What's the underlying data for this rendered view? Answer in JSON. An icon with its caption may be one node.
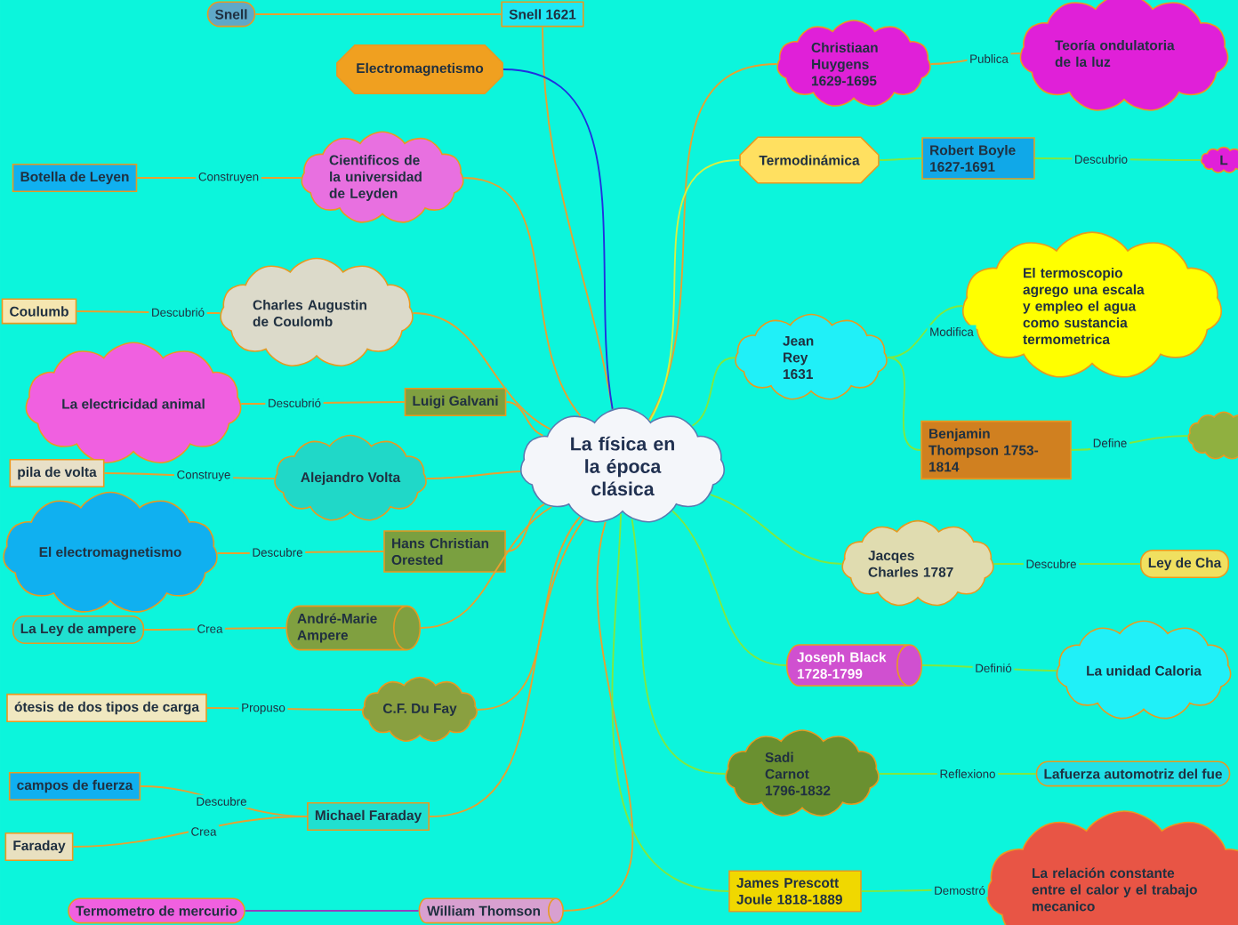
{
  "diagram": {
    "nodes": [
      {
        "text": [
          "La física en la época clásica"
        ]
      },
      {
        "text": [
          "Snell"
        ]
      },
      {
        "text": [
          "Snell 1621"
        ]
      },
      {
        "text": [
          "Electromagnetismo"
        ]
      },
      {
        "text": [
          "Cientificos de la universidad de Leyden"
        ]
      },
      {
        "text": [
          "Botella de Leyen"
        ]
      },
      {
        "text": [
          "Charles Augustin de Coulomb"
        ]
      },
      {
        "text": [
          "Coulumb"
        ]
      },
      {
        "text": [
          "Luigi Galvani"
        ]
      },
      {
        "text": [
          "La electricidad animal"
        ]
      },
      {
        "text": [
          "Alejandro Volta"
        ]
      },
      {
        "text": [
          "pila de volta"
        ]
      },
      {
        "text": [
          "Hans Christian Orested"
        ]
      },
      {
        "text": [
          "El electromagnetismo"
        ]
      },
      {
        "text": [
          "André-Marie Ampere"
        ]
      },
      {
        "text": [
          "La Ley de ampere"
        ]
      },
      {
        "text": [
          "C.F. Du Fay"
        ]
      },
      {
        "text": [
          "ótesis de dos tipos de carga"
        ]
      },
      {
        "text": [
          "Michael Faraday"
        ]
      },
      {
        "text": [
          "campos de fuerza"
        ]
      },
      {
        "text": [
          "Faraday"
        ]
      },
      {
        "text": [
          "William Thomson"
        ]
      },
      {
        "text": [
          "Termometro de mercurio"
        ]
      },
      {
        "text": [
          "Christiaan Huygens 1629-1695"
        ]
      },
      {
        "text": [
          "Teoría ondulatoria de la luz"
        ]
      },
      {
        "text": [
          "Termodinámica"
        ]
      },
      {
        "text": [
          "Robert Boyle 1627-1691"
        ]
      },
      {
        "text": [
          "L"
        ]
      },
      {
        "text": [
          "Jean Rey 1631"
        ]
      },
      {
        "text": [
          "El termoscopio agrego una escala y empleo el agua como sustancia termometrica"
        ]
      },
      {
        "text": [
          "Benjamin Thompson 1753-1814"
        ]
      },
      {
        "text": [],
        "shape": "cloud"
      },
      {
        "text": [
          "Jacqes Charles 1787"
        ]
      },
      {
        "text": [
          "Ley de Cha"
        ]
      },
      {
        "text": [
          "Joseph Black 1728-1799"
        ]
      },
      {
        "text": [
          "La unidad Caloria"
        ]
      },
      {
        "text": [
          "Sadi Carnot 1796-1832"
        ]
      },
      {
        "text": [
          "Lafuerza automotriz del fue"
        ]
      },
      {
        "text": [
          "James Prescott Joule 1818-1889"
        ]
      },
      {
        "text": [
          "La relación constante entre el calor y el trabajo mecanico"
        ]
      }
    ],
    "edges": [
      {
        "from": 0,
        "to": 2,
        "arrow": "none"
      },
      {
        "from": 2,
        "to": 1,
        "arrow": "none"
      },
      {
        "from": 0,
        "to": 3,
        "arrow": "none",
        "color": "#2030e0"
      },
      {
        "from": 0,
        "to": 4,
        "arrow": "none"
      },
      {
        "from": 4,
        "to": 5,
        "arrow": "none",
        "label": "Construyen"
      },
      {
        "from": 0,
        "to": 6,
        "arrow": "none"
      },
      {
        "from": 6,
        "to": 7,
        "arrow": "none",
        "label": "Descubrió"
      },
      {
        "from": 0,
        "to": 8,
        "arrow": "none"
      },
      {
        "from": 8,
        "to": 9,
        "arrow": "none",
        "label": "Descubrió"
      },
      {
        "from": 0,
        "to": 10,
        "arrow": "none"
      },
      {
        "from": 10,
        "to": 11,
        "arrow": "none",
        "label": "Construye"
      },
      {
        "from": 0,
        "to": 12,
        "arrow": "none"
      },
      {
        "from": 12,
        "to": 13,
        "arrow": "none",
        "label": "Descubre"
      },
      {
        "from": 0,
        "to": 14,
        "arrow": "none"
      },
      {
        "from": 14,
        "to": 15,
        "arrow": "none",
        "label": "Crea"
      },
      {
        "from": 0,
        "to": 16,
        "arrow": "none"
      },
      {
        "from": 16,
        "to": 17,
        "arrow": "none",
        "label": "Propuso"
      },
      {
        "from": 0,
        "to": 18,
        "arrow": "none"
      },
      {
        "from": 18,
        "to": 19,
        "arrow": "none",
        "label": "Descubre"
      },
      {
        "from": 18,
        "to": 20,
        "arrow": "none",
        "label": "Crea"
      },
      {
        "from": 0,
        "to": 21,
        "arrow": "none"
      },
      {
        "from": 21,
        "to": 22,
        "arrow": "none",
        "color": "#9040c0"
      },
      {
        "from": 0,
        "to": 23,
        "arrow": "none"
      },
      {
        "from": 23,
        "to": 24,
        "arrow": "none",
        "label": "Publica"
      },
      {
        "from": 0,
        "to": 25,
        "arrow": "none",
        "color": "#d8f040"
      },
      {
        "from": 25,
        "to": 26,
        "arrow": "none",
        "color": "#80e840"
      },
      {
        "from": 26,
        "to": 27,
        "arrow": "none",
        "label": "Descubrio",
        "color": "#80e840"
      },
      {
        "from": 0,
        "to": 28,
        "arrow": "none",
        "color": "#80e840"
      },
      {
        "from": 28,
        "to": 29,
        "arrow": "none",
        "label": "Modifica",
        "color": "#80e840"
      },
      {
        "from": 28,
        "to": 30,
        "arrow": "none",
        "color": "#80e840"
      },
      {
        "from": 30,
        "to": 31,
        "arrow": "none",
        "label": "Define",
        "color": "#80e840"
      },
      {
        "from": 0,
        "to": 32,
        "arrow": "none",
        "color": "#80e840"
      },
      {
        "from": 32,
        "to": 33,
        "arrow": "none",
        "label": "Descubre",
        "color": "#80e840"
      },
      {
        "from": 0,
        "to": 34,
        "arrow": "none",
        "color": "#80e840"
      },
      {
        "from": 34,
        "to": 35,
        "arrow": "none",
        "label": "Definió",
        "color": "#80e840"
      },
      {
        "from": 0,
        "to": 36,
        "arrow": "none",
        "color": "#80e840"
      },
      {
        "from": 36,
        "to": 37,
        "arrow": "none",
        "label": "Reflexiono",
        "color": "#80e840"
      },
      {
        "from": 0,
        "to": 38,
        "arrow": "none",
        "color": "#80e840"
      },
      {
        "from": 38,
        "to": 39,
        "arrow": "none",
        "label": "Demostró",
        "color": "#80e840"
      }
    ]
  }
}
